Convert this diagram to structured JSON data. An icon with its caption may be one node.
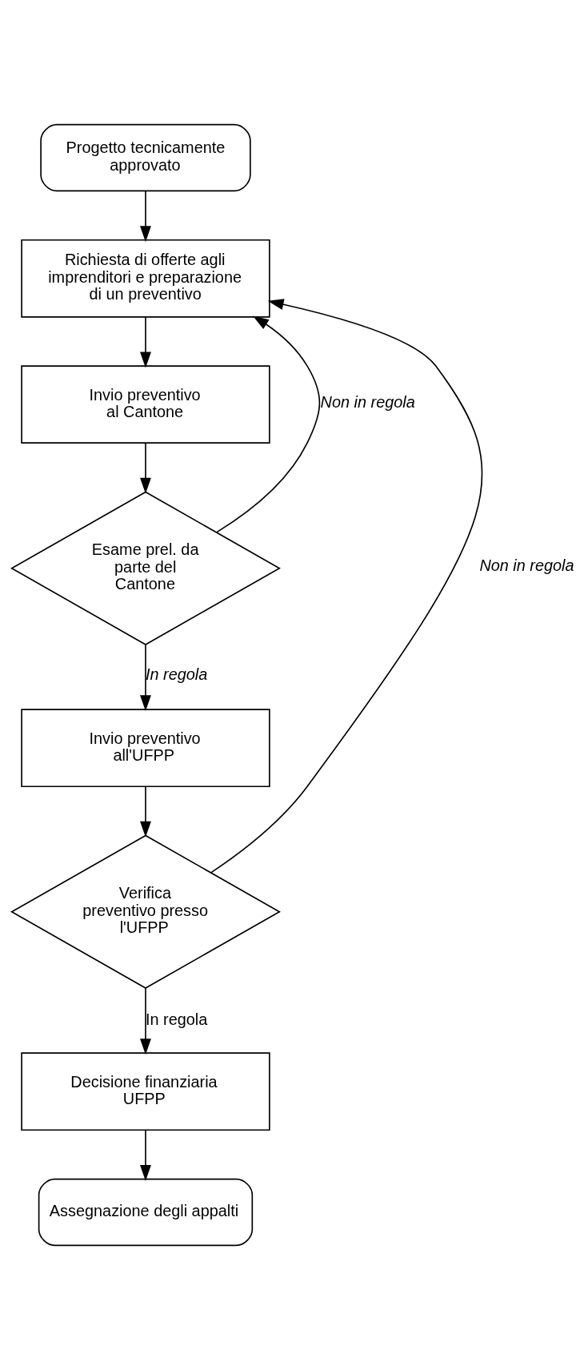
{
  "diagram": {
    "nodes": [
      {
        "text": [
          "Progetto tecnicamente approvato"
        ]
      },
      {
        "text": [
          "Richiesta di offerte agli imprenditori e preparazione di un preventivo"
        ]
      },
      {
        "text": [
          "Invio preventivo al Cantone"
        ]
      },
      {
        "text": [
          "Esame prel. da parte del Cantone"
        ]
      },
      {
        "text": [
          "Invio preventivo all'UFPP"
        ]
      },
      {
        "text": [
          "Verifica preventivo presso l'UFPP"
        ]
      },
      {
        "text": [
          "Decisione finanziaria UFPP"
        ]
      },
      {
        "text": [
          "Assegnazione degli appalti"
        ]
      }
    ],
    "edges": [
      {
        "from": 0,
        "to": 1,
        "arrow": "to"
      },
      {
        "from": 1,
        "to": 2,
        "arrow": "to"
      },
      {
        "from": 2,
        "to": 3,
        "arrow": "to"
      },
      {
        "from": 3,
        "to": 1,
        "arrow": "to",
        "label": "Non in regola"
      },
      {
        "from": 3,
        "to": 4,
        "arrow": "to",
        "label": "In regola"
      },
      {
        "from": 4,
        "to": 5,
        "arrow": "to"
      },
      {
        "from": 5,
        "to": 1,
        "arrow": "to",
        "label": "Non in regola"
      },
      {
        "from": 5,
        "to": 6,
        "arrow": "to",
        "label": "In regola"
      },
      {
        "from": 6,
        "to": 7,
        "arrow": "to"
      }
    ]
  }
}
